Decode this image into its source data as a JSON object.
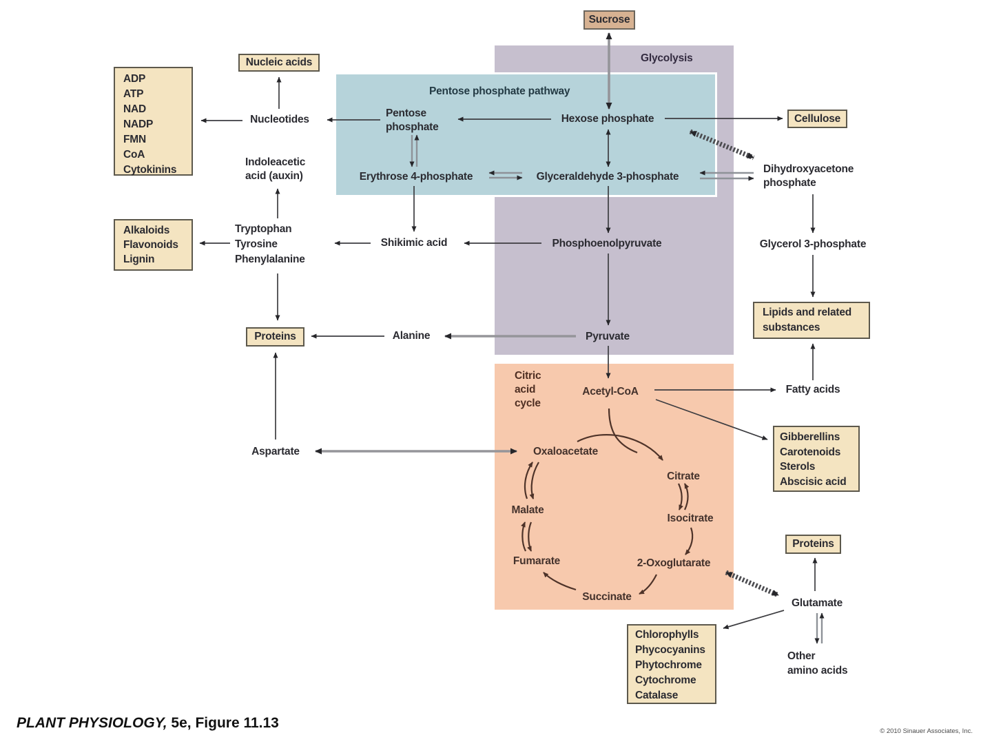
{
  "caption": {
    "book": "PLANT PHYSIOLOGY,",
    "rest": " 5e, Figure 11.13"
  },
  "copyright": "© 2010 Sinauer Associates, Inc.",
  "regions": {
    "glycolysis": "Glycolysis",
    "pentose_pathway": "Pentose phosphate pathway",
    "citric_cycle": "Citric\nacid\ncycle"
  },
  "nodes": {
    "sucrose": "Sucrose",
    "hexose_phosphate": "Hexose phosphate",
    "pentose_phosphate": "Pentose\nphosphate",
    "erythrose_4_phosphate": "Erythrose 4-phosphate",
    "glyceraldehyde_3_phosphate": "Glyceraldehyde 3-phosphate",
    "dihydroxyacetone_phosphate": "Dihydroxyacetone\nphosphate",
    "cellulose": "Cellulose",
    "nucleotides": "Nucleotides",
    "nucleic_acids": "Nucleic acids",
    "cofactors": "ADP\nATP\nNAD\nNADP\nFMN\nCoA\nCytokinins",
    "indoleacetic_acid": "Indoleacetic\nacid (auxin)",
    "aromatic_amino_acids": "Tryptophan\nTyrosine\nPhenylalanine",
    "alkaloids_group": "Alkaloids\nFlavonoids\nLignin",
    "shikimic_acid": "Shikimic acid",
    "phosphoenolpyruvate": "Phosphoenolpyruvate",
    "glycerol_3_phosphate": "Glycerol 3-phosphate",
    "lipids": "Lipids and related\nsubstances",
    "proteins_left": "Proteins",
    "alanine": "Alanine",
    "pyruvate": "Pyruvate",
    "acetyl_coa": "Acetyl-CoA",
    "fatty_acids": "Fatty acids",
    "hormones_group": "Gibberellins\nCarotenoids\nSterols\nAbscisic acid",
    "aspartate": "Aspartate",
    "oxaloacetate": "Oxaloacetate",
    "citrate": "Citrate",
    "isocitrate": "Isocitrate",
    "malate": "Malate",
    "fumarate": "Fumarate",
    "oxoglutarate": "2-Oxoglutarate",
    "succinate": "Succinate",
    "proteins_right": "Proteins",
    "glutamate": "Glutamate",
    "pigments_group": "Chlorophylls\nPhycocyanins\nPhytochrome\nCytochrome\nCatalase",
    "other_amino_acids": "Other\namino acids"
  },
  "colors": {
    "glycolysis_bg": "#c6bfce",
    "pentose_bg": "#b6d3da",
    "citric_bg": "#f7c9ad",
    "note_box_bg": "#f4e4c1",
    "note_box_border": "#5c584c",
    "sucrose_bg": "#d7b292",
    "arrow_dark": "#3c3c40",
    "arrow_gray": "#95959a",
    "cycle_arrow": "#4e3329"
  }
}
